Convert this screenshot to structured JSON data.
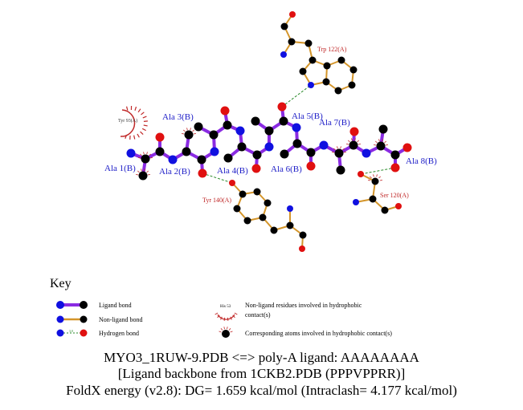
{
  "ligand_labels": [
    "Ala 1(B)",
    "Ala 2(B)",
    "Ala 3(B)",
    "Ala 4(B)",
    "Ala 5(B)",
    "Ala 6(B)",
    "Ala 7(B)",
    "Ala 8(B)"
  ],
  "residues": {
    "trp122": "Trp 122(A)",
    "tyr140": "Tyr 140(A)",
    "ser120": "Ser 120(A)",
    "tyr93": "Tyr 93(A)"
  },
  "key": {
    "title": "Key",
    "ligand_bond": "Ligand bond",
    "nonligand_bond": "Non-ligand bond",
    "hydrogen_bond": "Hydrogen bond",
    "hbond_distance": "3.0",
    "example_residue": "His 53",
    "hydrophobic_residues_line1": "Non-ligand residues involved in hydrophobic",
    "hydrophobic_residues_line2": "contact(s)",
    "hydrophobic_atoms": "Corresponding atoms involved in hydrophobic contact(s)"
  },
  "colors": {
    "ligand_bond": "#8a2be2",
    "nonligand_bond": "#d4952a",
    "nitrogen": "#1010e0",
    "oxygen": "#e01010",
    "carbon": "#000000",
    "hbond": "#2a8a2a",
    "hydrophobic": "#c02828"
  },
  "footer": {
    "line1": "MYO3_1RUW-9.PDB <=> poly-A ligand: AAAAAAAA",
    "line2": "[Ligand backbone from 1CKB2.PDB (PPPVPPRR)]",
    "line3": "FoldX energy (v2.8): DG= 1.659 kcal/mol (Intraclash= 4.177 kcal/mol)"
  }
}
